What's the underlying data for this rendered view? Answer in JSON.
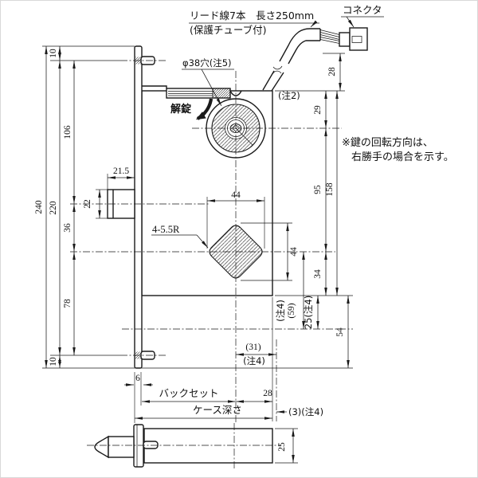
{
  "drawing": {
    "callouts": {
      "lead_wire": "リード線7本　長さ250mm",
      "lead_wire_sub": "(保護チューブ付)",
      "connector": "コネクタ",
      "hole": "φ38穴(注5)",
      "unlock": "解錠",
      "note2": "(注2)",
      "corner_radius": "4-5.5R",
      "rotation_note_1": "※鍵の回転方向は、",
      "rotation_note_2": "右勝手の場合を示す。"
    },
    "dimensions": {
      "plate_total": "240",
      "screw_span": "220",
      "top_offset": "10",
      "screw_to_deadbolt": "106",
      "deadbolt_to_square": "36",
      "square_to_screw": "78",
      "bottom_offset": "10",
      "deadbolt_throw": "21.5",
      "deadbolt_height": "22",
      "top_to_cylinder": "29",
      "cylinder_to_square": "95",
      "case_height": "158",
      "square_width": "44",
      "square_height": "44",
      "square_to_case_bottom": "34",
      "note4_rot": "(注4)",
      "ref59": "(59)",
      "case_bottom_to_center": "25(注4)",
      "case_bottom_to_plate": "54",
      "wire_offset": "28",
      "center_to_ref": "(31)",
      "center_to_ref_note": "(注4)",
      "backset_label": "バックセット",
      "center_to_case_back": "28",
      "case_depth_label": "ケース深さ",
      "case_back_clearance": "(3)(注4)",
      "plate_thickness": "6",
      "case_width": "25"
    }
  }
}
